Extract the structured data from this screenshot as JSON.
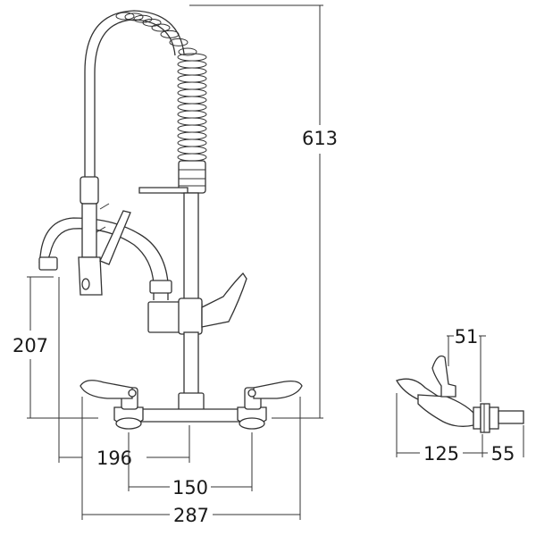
{
  "dimensions": {
    "overall_height": "613",
    "outlet_height": "207",
    "spout_reach": "196",
    "inlet_centres": "150",
    "overall_width": "287",
    "side_top": "51",
    "side_projection": "125",
    "side_inlet": "55"
  }
}
